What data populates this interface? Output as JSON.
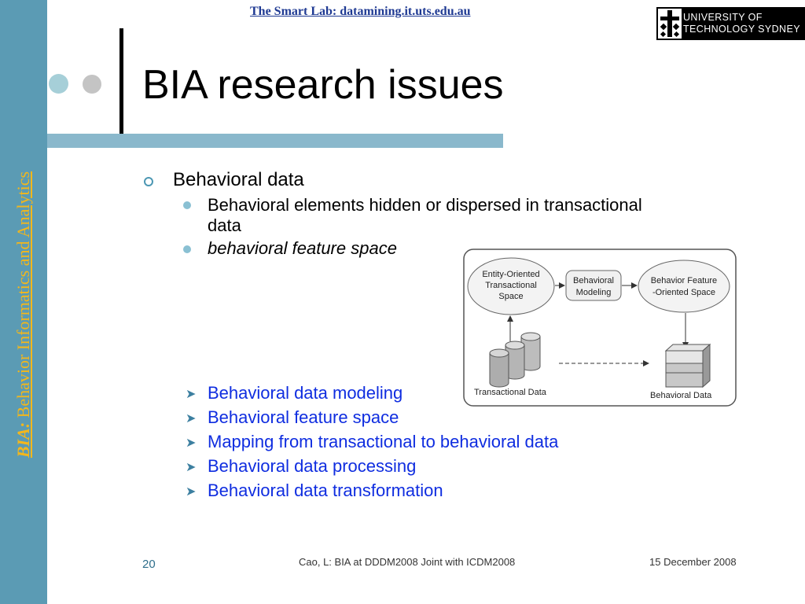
{
  "header": {
    "link_text": "The Smart Lab: datamining.it.uts.edu.au",
    "logo_line1": "UNIVERSITY OF",
    "logo_line2": "TECHNOLOGY SYDNEY"
  },
  "sidebar": {
    "abbr": "BIA:",
    "full": "Behavior Informatics and Analytics"
  },
  "slide": {
    "title": "BIA research issues",
    "bullets": {
      "level1": "Behavioral data",
      "level2_item1_line1": "Behavioral elements hidden or dispersed in transactional",
      "level2_item1_line2": "data",
      "level2_item2": "behavioral feature space"
    },
    "sub_items": [
      "Behavioral data modeling",
      "Behavioral feature space",
      "Mapping from transactional to behavioral data",
      "Behavioral data processing",
      "Behavioral data transformation"
    ]
  },
  "figure": {
    "entity_space": [
      "Entity-Oriented",
      "Transactional",
      "Space"
    ],
    "modeling": [
      "Behavioral",
      "Modeling"
    ],
    "feature_space": [
      "Behavior Feature",
      "-Oriented Space"
    ],
    "transactional_data": "Transactional Data",
    "behavioral_data": "Behavioral Data"
  },
  "footer": {
    "page_number": "20",
    "citation": "Cao, L: BIA at DDDM2008 Joint with ICDM2008",
    "date": "15 December 2008"
  }
}
